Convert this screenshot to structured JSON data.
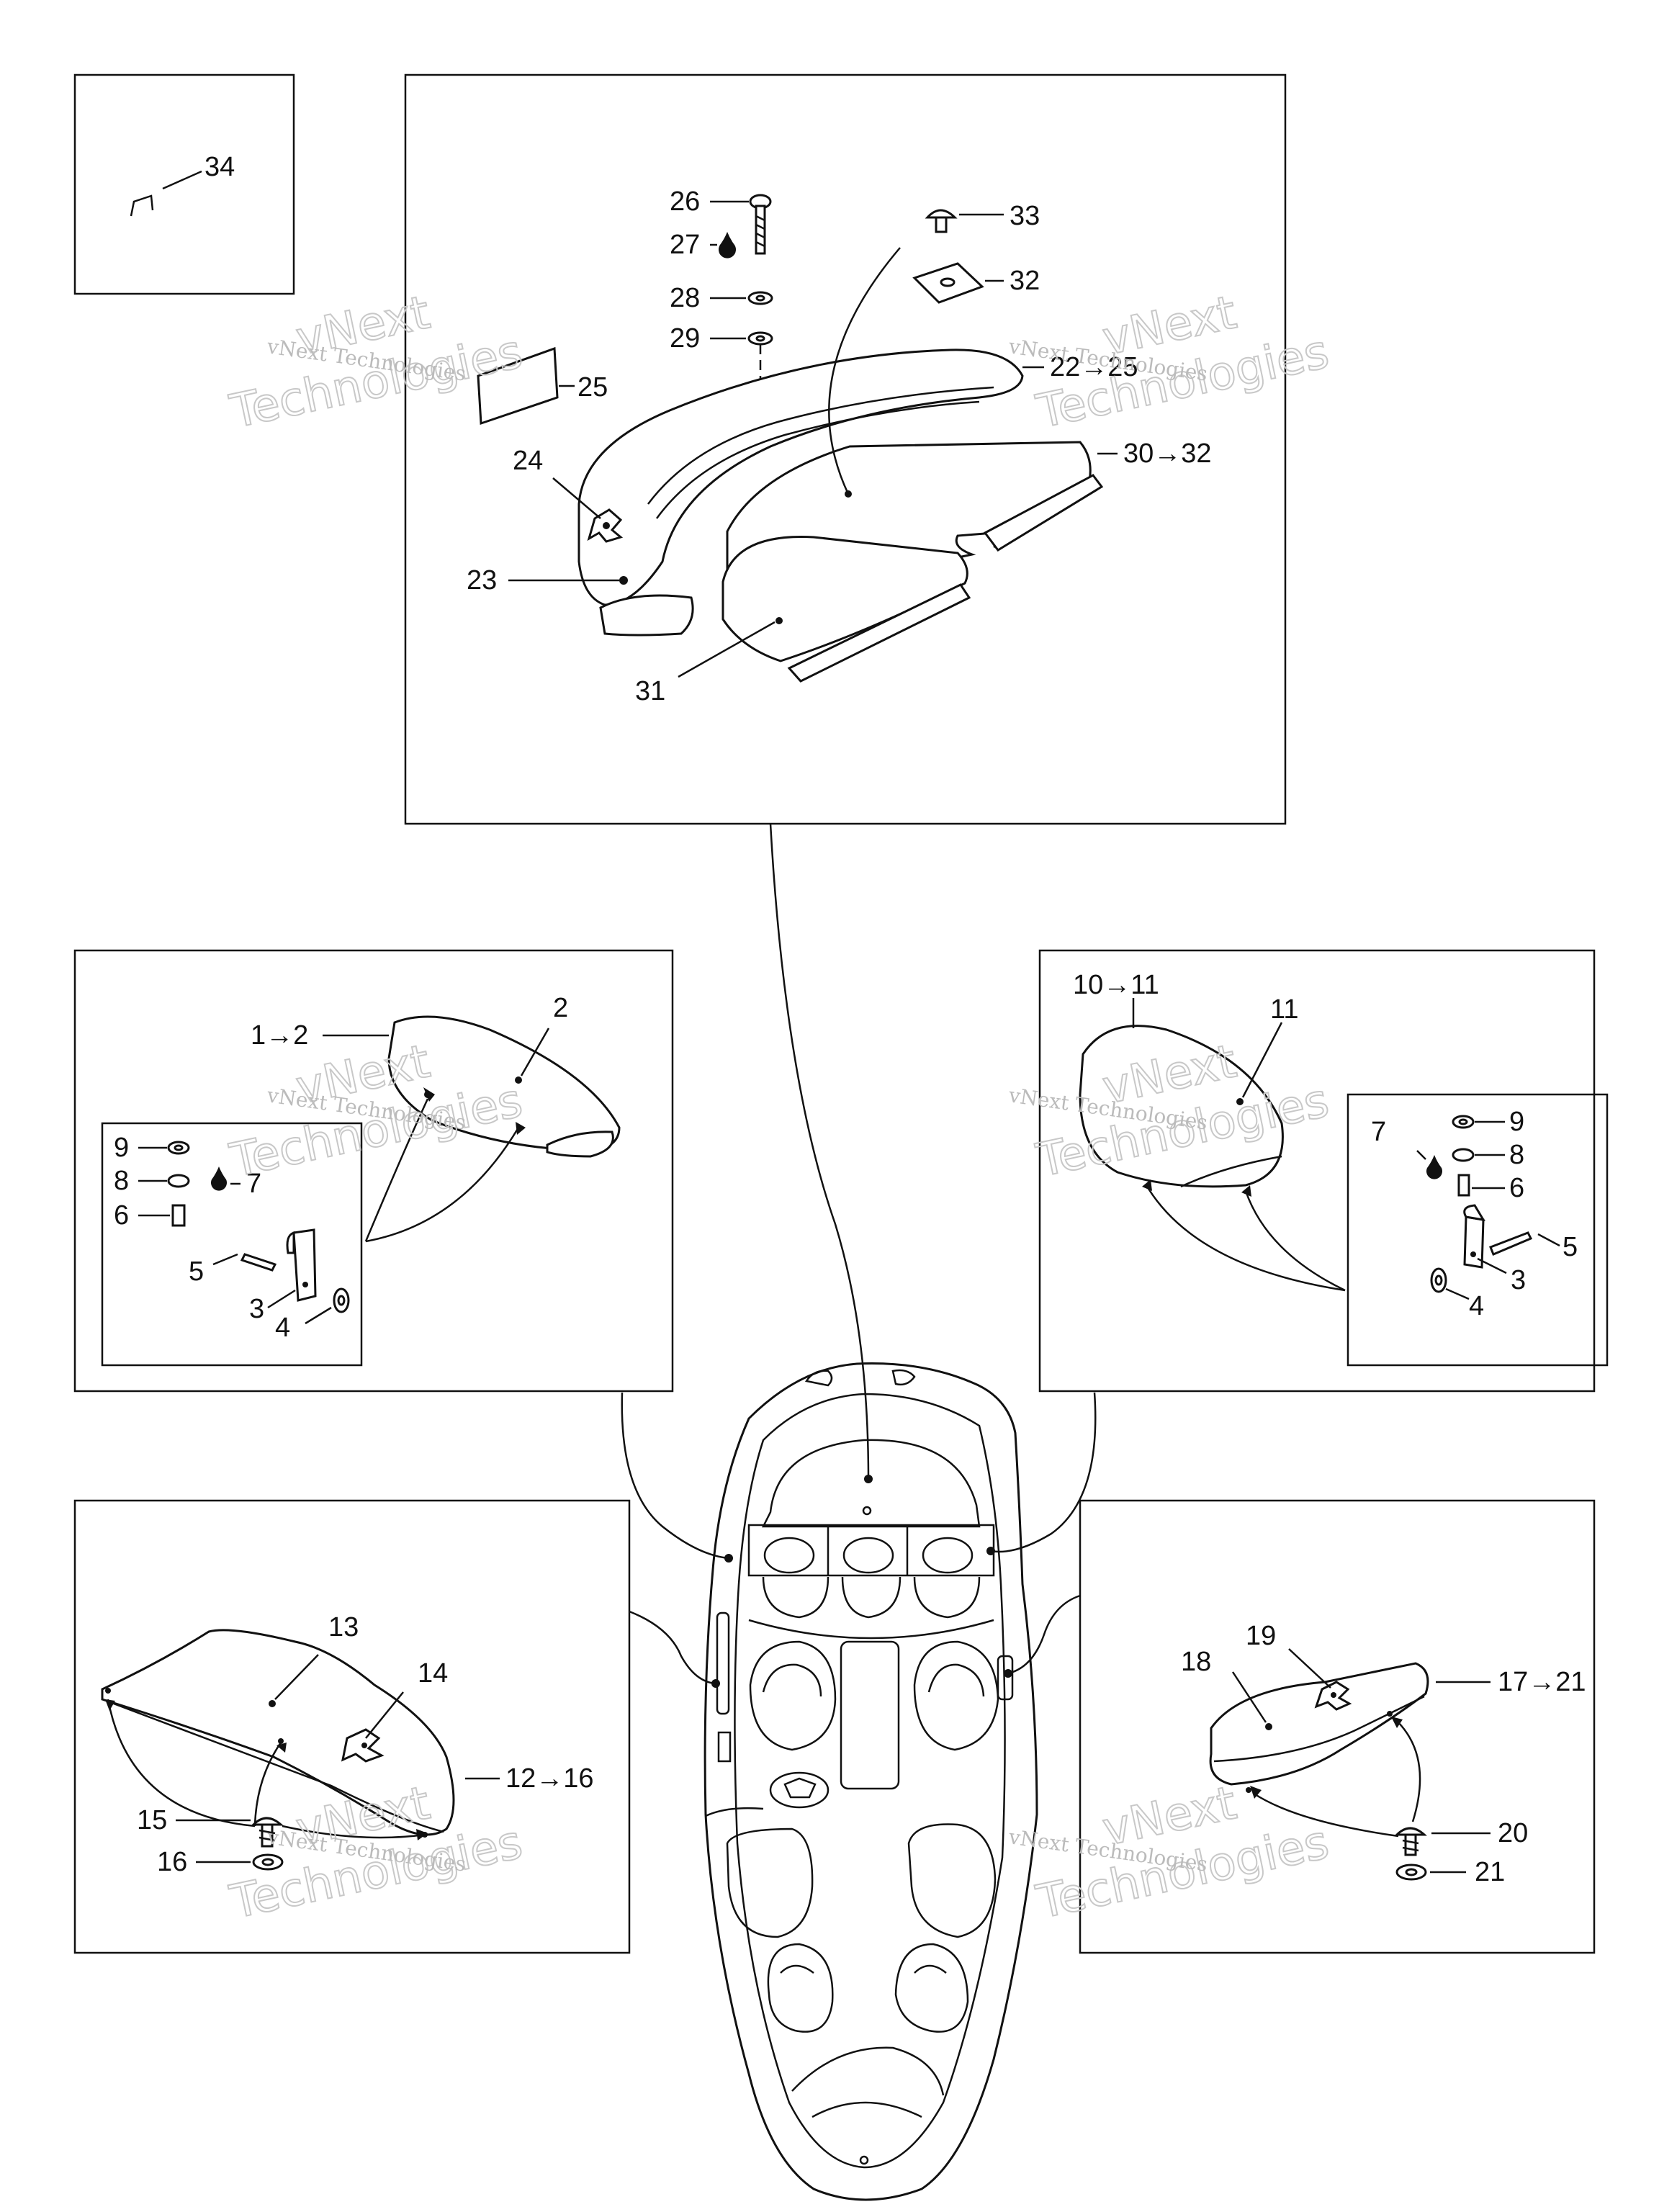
{
  "callouts": {
    "c34": "34",
    "c26": "26",
    "c27": "27",
    "c28": "28",
    "c29": "29",
    "c33": "33",
    "c32": "32",
    "c25": "25",
    "c22": "22→25",
    "c30": "30→32",
    "c24": "24",
    "c23": "23",
    "c31": "31",
    "lA12": "1→2",
    "lA2": "2",
    "lA9": "9",
    "lA8": "8",
    "lA7": "7",
    "lA6": "6",
    "lA5": "5",
    "lA3": "3",
    "lA4": "4",
    "rA1011": "10→11",
    "rA11": "11",
    "rA9": "9",
    "rA7": "7",
    "rA8": "8",
    "rA6": "6",
    "rA5": "5",
    "rA3": "3",
    "rA4": "4",
    "l13": "13",
    "l14": "14",
    "l1216": "12→16",
    "l15": "15",
    "l16": "16",
    "r19": "19",
    "r18": "18",
    "r1721": "17→21",
    "r20": "20",
    "r21": "21"
  },
  "watermark": {
    "small": "vNext Technologies",
    "big_top": "vNext",
    "big_bottom": "Technologies"
  },
  "colors": {
    "line": "#111111",
    "watermark": "#bbbbbb"
  }
}
